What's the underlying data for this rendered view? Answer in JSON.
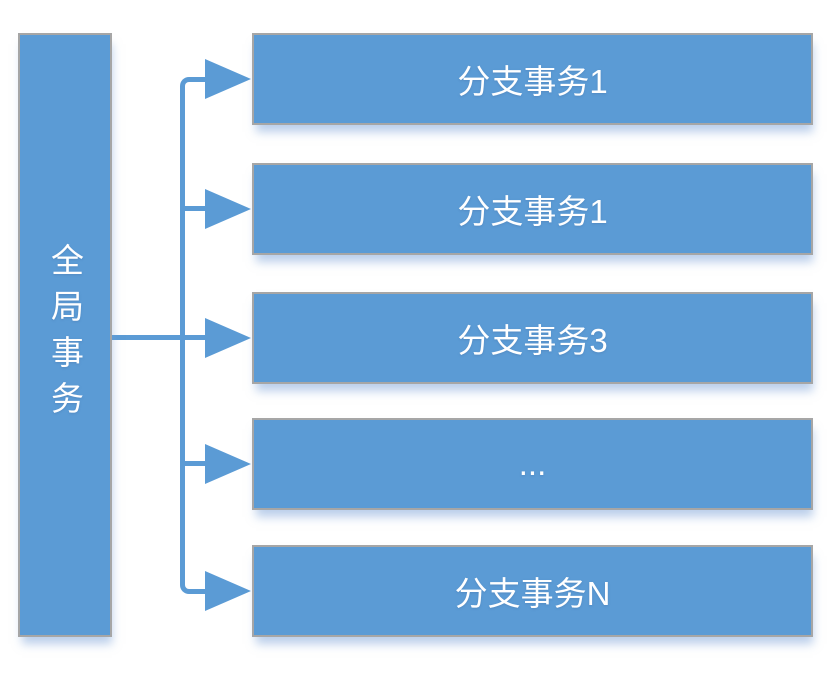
{
  "diagram": {
    "title": "global-transaction-branch-diagram",
    "root": {
      "label": "全局事务"
    },
    "branches": [
      {
        "label": "分支事务1"
      },
      {
        "label": "分支事务1"
      },
      {
        "label": "分支事务3"
      },
      {
        "label": "..."
      },
      {
        "label": "分支事务N"
      }
    ],
    "colors": {
      "node_fill": "#5b9bd5",
      "node_border": "#a6a6a6",
      "connector": "#5b9bd5",
      "label_text": "#ffffff",
      "shadow": "rgba(120,160,215,0.5)"
    }
  }
}
